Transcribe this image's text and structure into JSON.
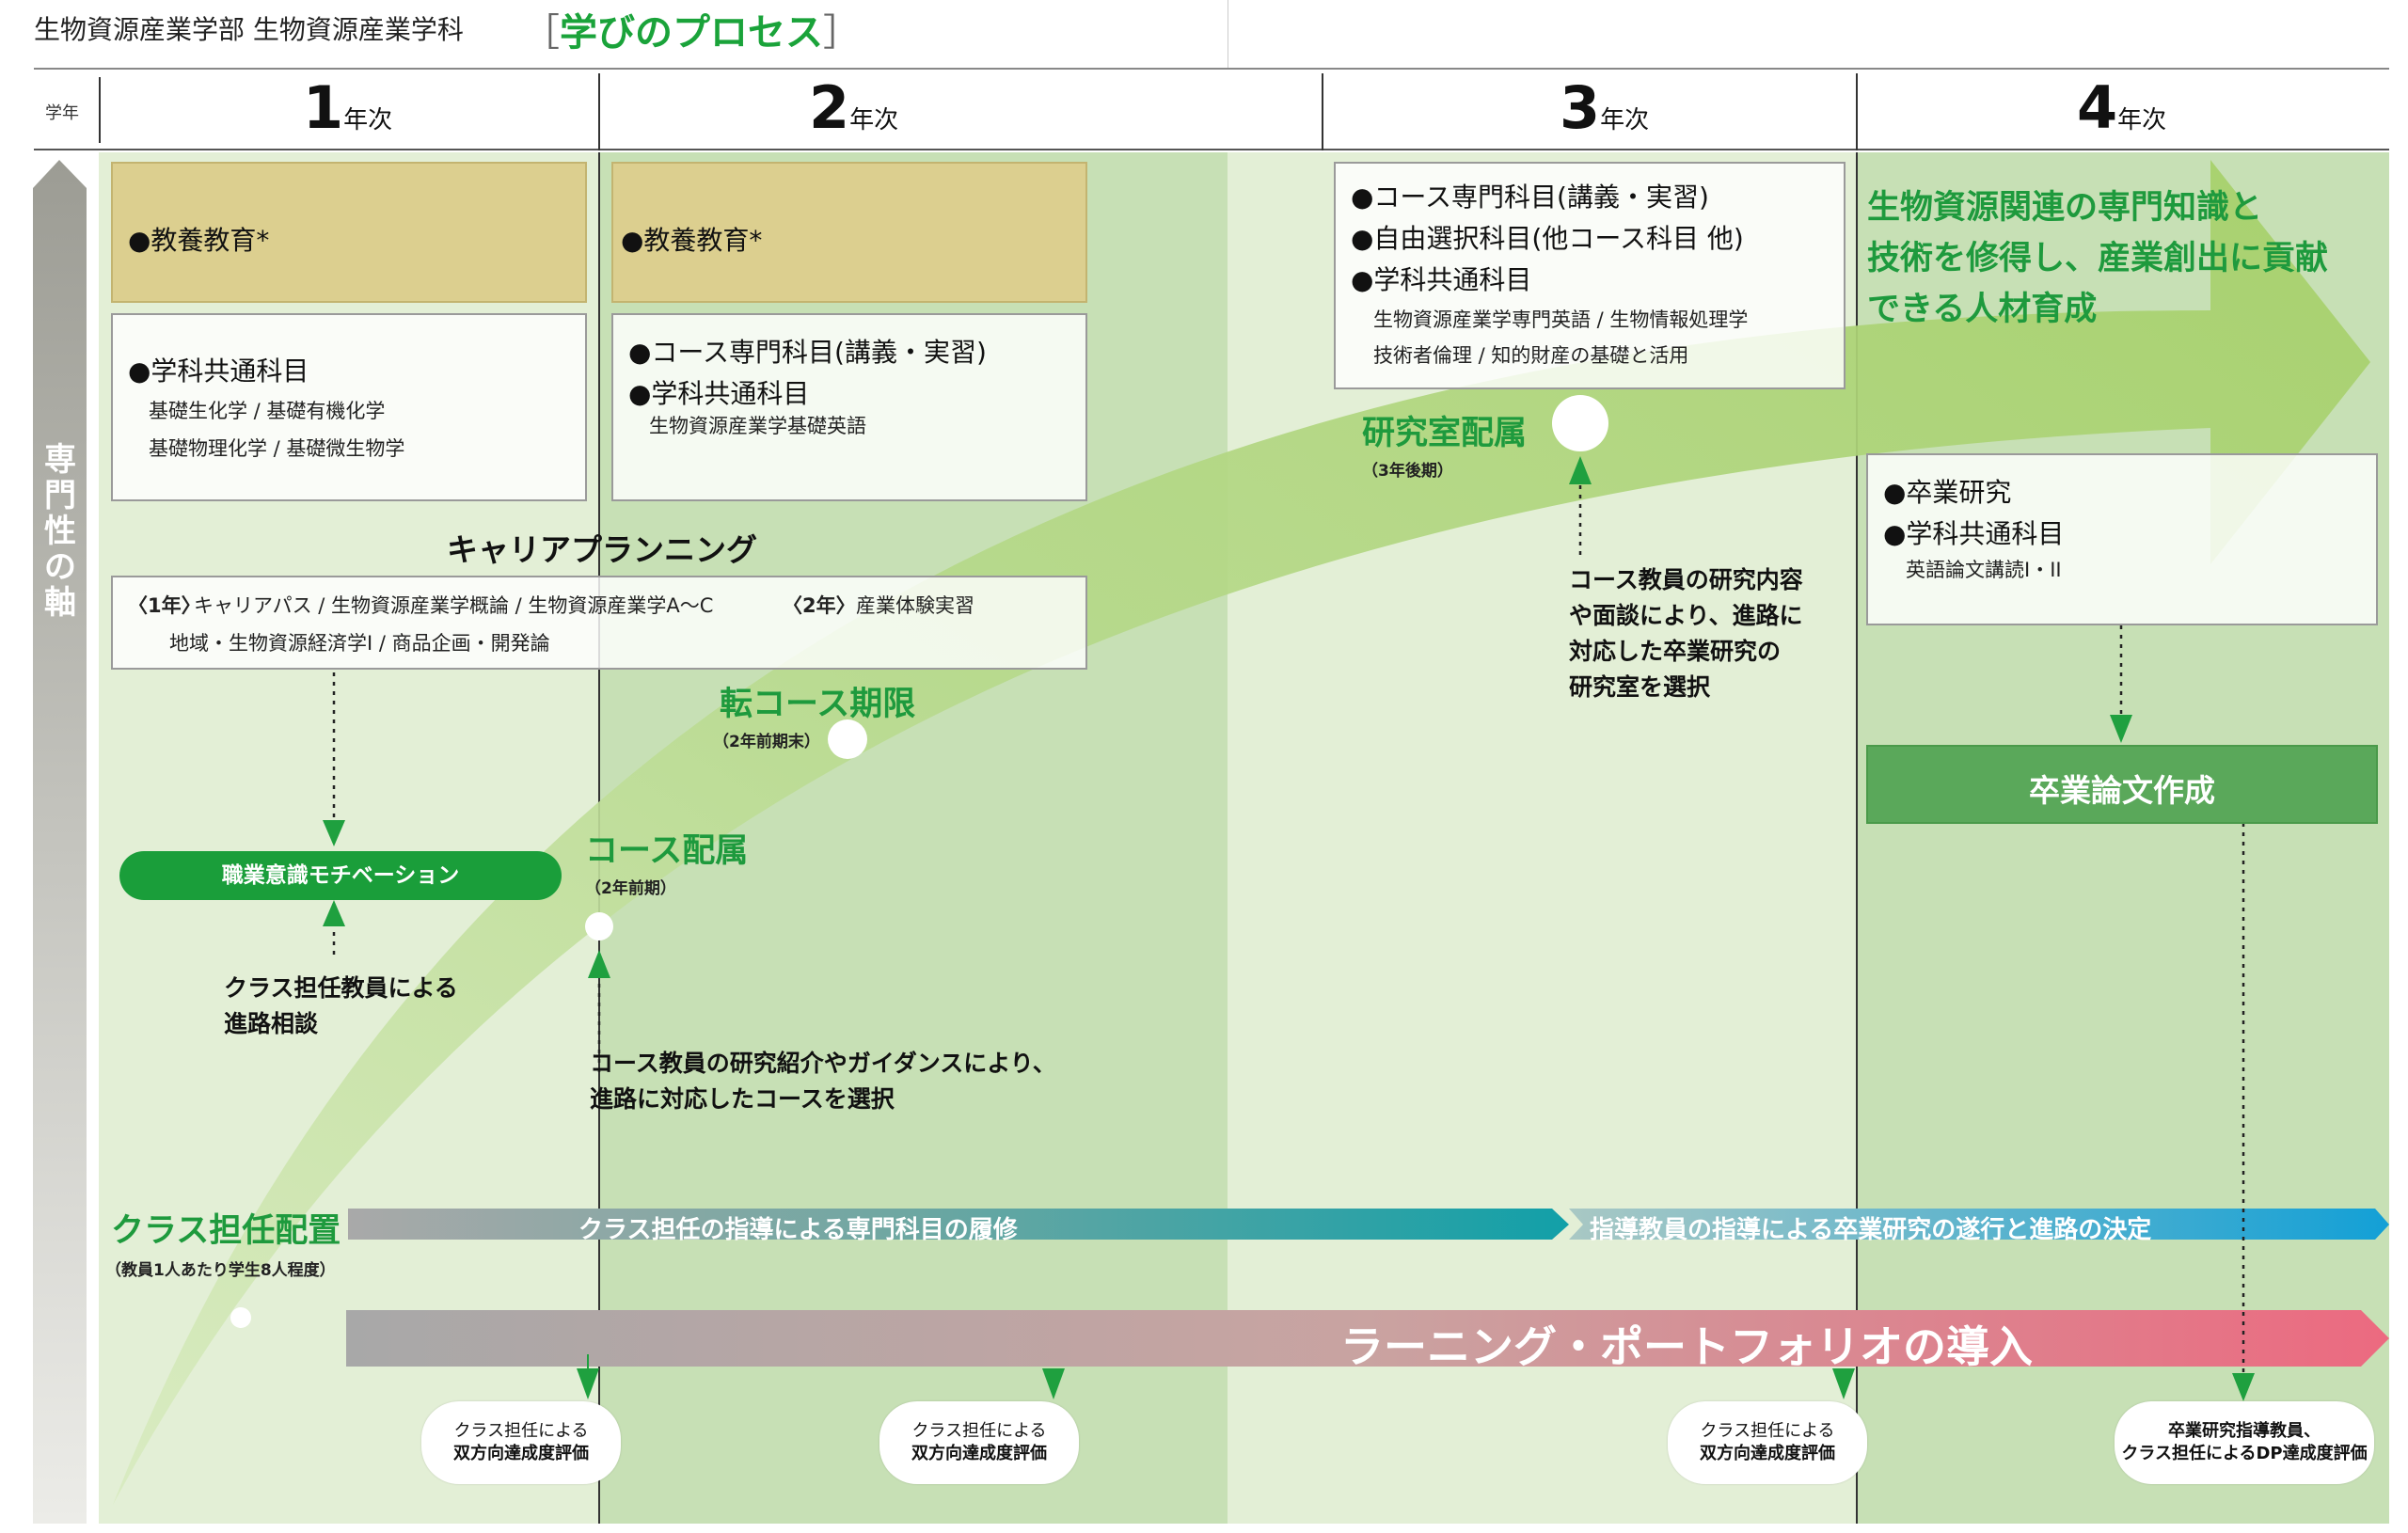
{
  "header": {
    "faculty": "生物資源産業学部 生物資源産業学科",
    "bracket_open": "［",
    "process_title": "学びのプロセス",
    "bracket_close": "］"
  },
  "grade_column_label": "学年",
  "years": [
    {
      "num": "1",
      "suffix": "年次"
    },
    {
      "num": "2",
      "suffix": "年次"
    },
    {
      "num": "3",
      "suffix": "年次"
    },
    {
      "num": "4",
      "suffix": "年次"
    }
  ],
  "axis_label": "専門性の軸",
  "year1": {
    "liberal": "●教養教育*",
    "common_title": "●学科共通科目",
    "common_sub1": "基礎生化学 / 基礎有機化学",
    "common_sub2": "基礎物理化学 / 基礎微生物学"
  },
  "year2": {
    "liberal": "●教養教育*",
    "course_title": "●コース専門科目(講義・実習)",
    "common_title": "●学科共通科目",
    "common_sub": "生物資源産業学基礎英語"
  },
  "year3": {
    "line1": "●コース専門科目(講義・実習)",
    "line2": "●自由選択科目(他コース科目 他)",
    "line3": "●学科共通科目",
    "sub1": "生物資源産業学専門英語 / 生物情報処理学",
    "sub2": "技術者倫理 / 知的財産の基礎と活用"
  },
  "year4": {
    "goal1": "生物資源関連の専門知識と",
    "goal2": "技術を修得し、産業創出に貢献",
    "goal3": "できる人材育成",
    "thesis_research": "●卒業研究",
    "common_title": "●学科共通科目",
    "common_sub": "英語論文講読I・II",
    "thesis_writing": "卒業論文作成"
  },
  "career": {
    "title": "キャリアプランニング",
    "y1_tag": "〈1年〉",
    "y1_items": "キャリアパス / 生物資源産業学概論 / 生物資源産業学A〜C",
    "y2_tag": "〈2年〉",
    "y2_items": "産業体験実習",
    "line2": "地域・生物資源経済学I / 商品企画・開発論"
  },
  "milestones": {
    "transfer_deadline": "転コース期限",
    "transfer_deadline_note": "（2年前期末）",
    "course_assignment": "コース配属",
    "course_assignment_note": "（2年前期）",
    "lab_assignment": "研究室配属",
    "lab_assignment_note": "（3年後期）",
    "homeroom_assignment": "クラス担任配置",
    "homeroom_assignment_note": "（教員1人あたり学生8人程度）"
  },
  "motivation_pill": "職業意識モチベーション",
  "consult_text": [
    "クラス担任教員による",
    "進路相談"
  ],
  "course_select_text": [
    "コース教員の研究紹介やガイダンスにより、",
    "進路に対応したコースを選択"
  ],
  "lab_select_text": [
    "コース教員の研究内容",
    "や面談により、進路に",
    "対応した卒業研究の",
    "研究室を選択"
  ],
  "bar_guidance_1": "クラス担任の指導による専門科目の履修",
  "bar_guidance_2": "指導教員の指導による卒業研究の遂行と進路の決定",
  "portfolio": "ラーニング・ポートフォリオの導入",
  "evaluations": [
    {
      "line1": "クラス担任による",
      "line2": "双方向達成度評価"
    },
    {
      "line1": "クラス担任による",
      "line2": "双方向達成度評価"
    },
    {
      "line1": "クラス担任による",
      "line2": "双方向達成度評価"
    },
    {
      "line1": "卒業研究指導教員、",
      "line2": "クラス担任によるDP達成度評価"
    }
  ],
  "colors": {
    "brand_green": "#1aa33a",
    "liberal_gold": "#dccf8f",
    "pale_green": "#e3efd6",
    "mid_green": "#c7e0b5",
    "thesis_green": "#5aa85a",
    "bar_teal": "#1e9fa0",
    "bar_blue": "#1aa0d8",
    "portfolio_pink": "#e8697f"
  }
}
